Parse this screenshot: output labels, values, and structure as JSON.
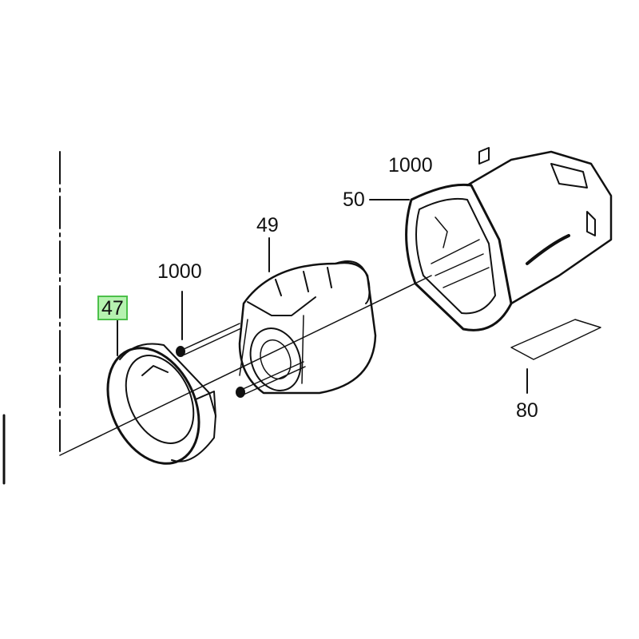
{
  "diagram": {
    "callouts": [
      {
        "id": "47",
        "label": "47",
        "highlighted": true
      },
      {
        "id": "1000-a",
        "label": "1000",
        "highlighted": false
      },
      {
        "id": "49",
        "label": "49",
        "highlighted": false
      },
      {
        "id": "1000-b",
        "label": "1000",
        "highlighted": false
      },
      {
        "id": "50",
        "label": "50",
        "highlighted": false
      },
      {
        "id": "80",
        "label": "80",
        "highlighted": false
      }
    ],
    "parts": [
      {
        "callout": "47",
        "icon": "end-cap-ring-icon"
      },
      {
        "callout": "1000",
        "icon": "screw-icon"
      },
      {
        "callout": "49",
        "icon": "motor-stator-icon"
      },
      {
        "callout": "50",
        "icon": "motor-housing-icon"
      },
      {
        "callout": "80",
        "icon": "label-plate-icon"
      }
    ],
    "highlight_color": "#b6f2b0",
    "highlight_border": "#4cc04a",
    "line_color": "#111111"
  }
}
